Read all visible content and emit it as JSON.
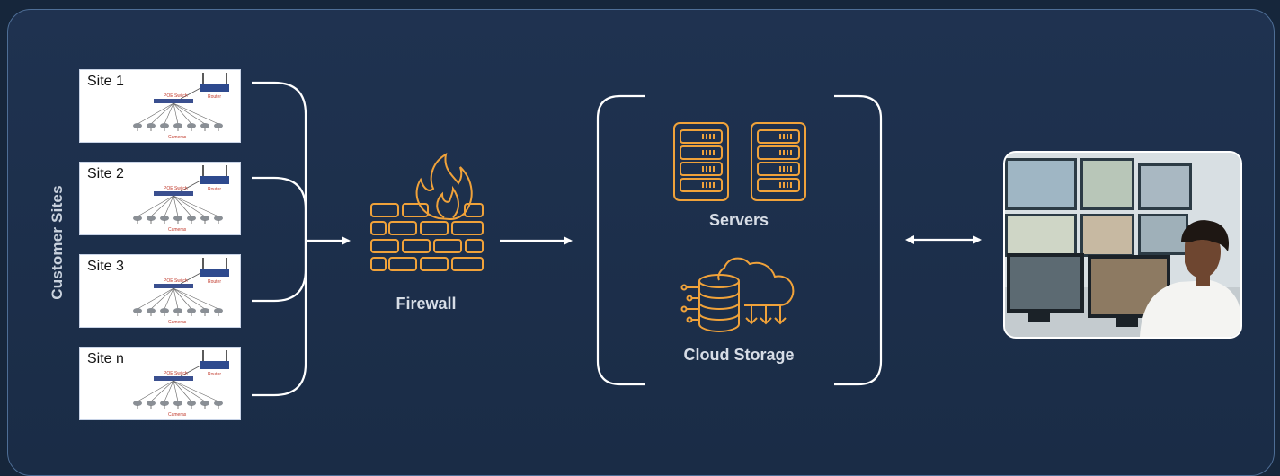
{
  "diagram": {
    "group_label": "Customer Sites",
    "sites": [
      {
        "title": "Site 1",
        "switch_label": "POE Switch",
        "router_label": "Router",
        "cameras_label": "Cameras"
      },
      {
        "title": "Site 2",
        "switch_label": "POE Switch",
        "router_label": "Router",
        "cameras_label": "Cameras"
      },
      {
        "title": "Site 3",
        "switch_label": "POE Switch",
        "router_label": "Router",
        "cameras_label": "Cameras"
      },
      {
        "title": "Site n",
        "switch_label": "POE Switch",
        "router_label": "Router",
        "cameras_label": "Cameras"
      }
    ],
    "firewall_label": "Firewall",
    "servers_label": "Servers",
    "cloud_label": "Cloud Storage"
  },
  "colors": {
    "background": "#16263b",
    "panel": "#1f3250",
    "accent_orange": "#f0a23a",
    "line_white": "#ffffff"
  },
  "icons": [
    "firewall-icon",
    "server-rack-icon",
    "cloud-storage-icon",
    "router-icon",
    "poe-switch-icon",
    "camera-icon"
  ]
}
